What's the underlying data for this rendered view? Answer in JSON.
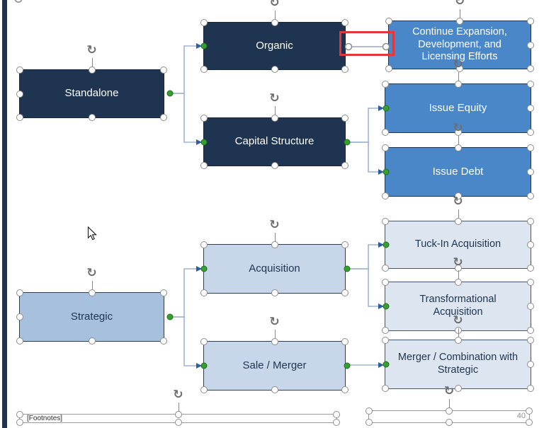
{
  "slide": {
    "footnotes_placeholder": "[Footnotes]",
    "page_number": "40"
  },
  "nodes": [
    {
      "id": "standalone",
      "label": "Standalone"
    },
    {
      "id": "organic",
      "label": "Organic"
    },
    {
      "id": "capital-structure",
      "label": "Capital Structure"
    },
    {
      "id": "continue-expansion",
      "label": "Continue Expansion, Development, and Licensing Efforts"
    },
    {
      "id": "issue-equity",
      "label": "Issue Equity"
    },
    {
      "id": "issue-debt",
      "label": "Issue Debt"
    },
    {
      "id": "strategic",
      "label": "Strategic"
    },
    {
      "id": "acquisition",
      "label": "Acquisition"
    },
    {
      "id": "sale-merger",
      "label": "Sale / Merger"
    },
    {
      "id": "tuck-in-acquisition",
      "label": "Tuck-In Acquisition"
    },
    {
      "id": "transformational-acquisition",
      "label": "Transformational Acquisition"
    },
    {
      "id": "merger-combination",
      "label": "Merger / Combination with Strategic"
    }
  ],
  "colors": {
    "dark_navy": "#1E3450",
    "medium_blue": "#4A87C9",
    "steel_blue": "#A6C0DD",
    "light_blue": "#C7D6E9",
    "pale_blue": "#DCE5F0",
    "annotation_red": "#E0393C",
    "connector_line": "#9FB4D4",
    "connector_arrow": "#2D5E9E",
    "connection_point_green": "#36A02F"
  },
  "icons": {
    "rotate_handle": "↻"
  }
}
